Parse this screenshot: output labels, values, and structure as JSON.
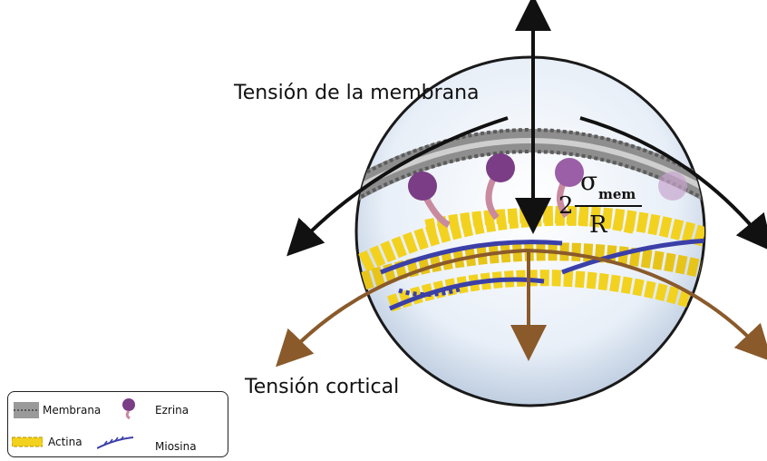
{
  "labels": {
    "membrane_tension": "Tensión de la membrana",
    "cortical_tension": "Tensión cortical"
  },
  "equation": {
    "coefficient": "2",
    "numerator_symbol": "σ",
    "numerator_subscript": "mem",
    "denominator": "R"
  },
  "legend": {
    "membrane": "Membrana",
    "ezrin": "Ezrina",
    "actin": "Actina",
    "myosin": "Miosina"
  },
  "colors": {
    "membrane_arrow": "#111111",
    "cortical_arrow": "#8a5a2b",
    "actin": "#f2d21e",
    "myosin": "#3b3fa8",
    "ezrin": "#7a3d86",
    "sphere": "#dfe9f5"
  }
}
